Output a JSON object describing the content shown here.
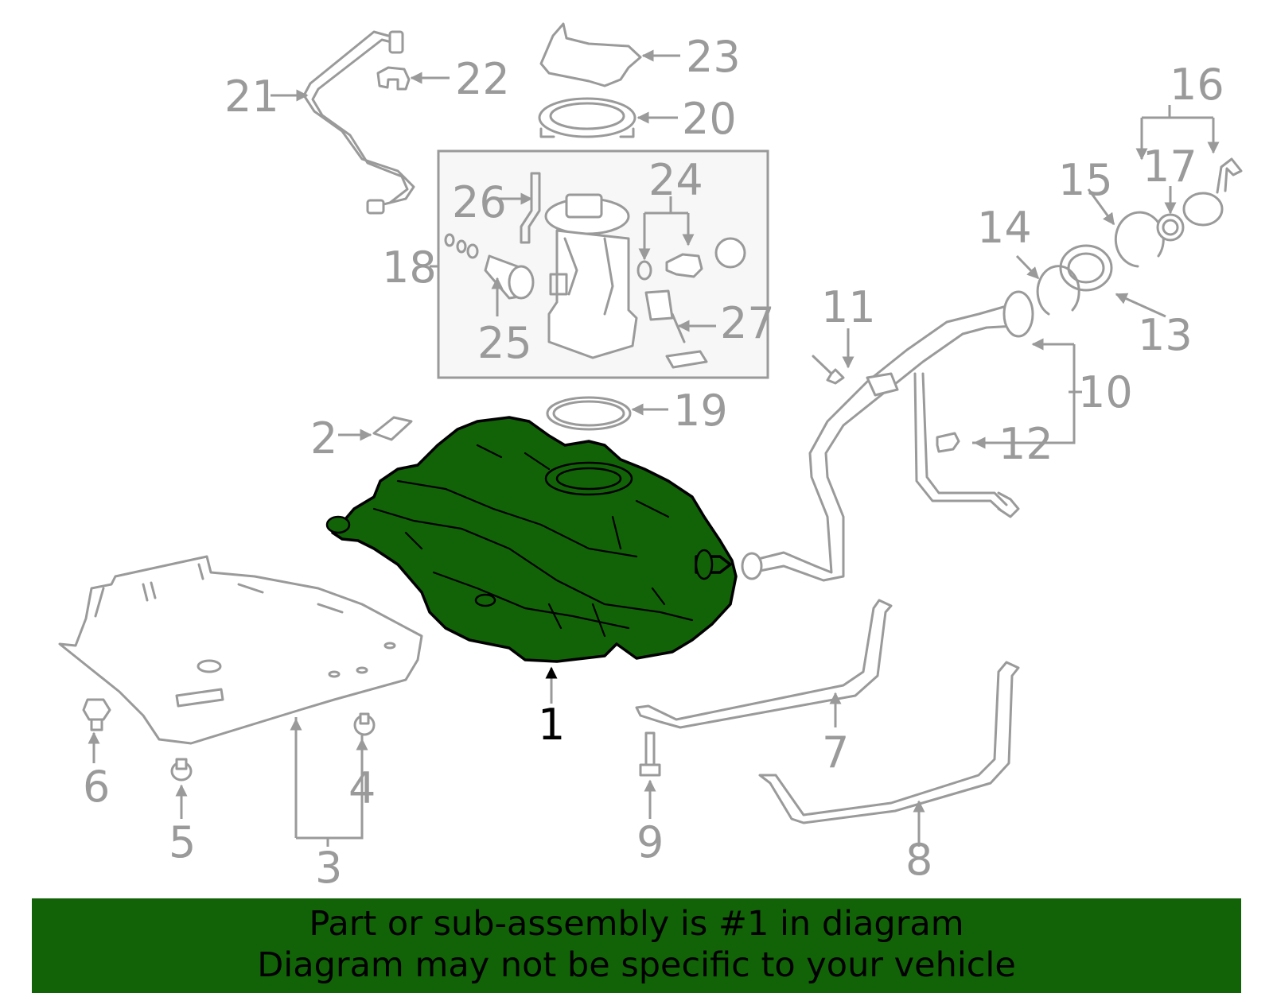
{
  "callouts": {
    "c1": "1",
    "c2": "2",
    "c3": "3",
    "c4": "4",
    "c5": "5",
    "c6": "6",
    "c7": "7",
    "c8": "8",
    "c9": "9",
    "c10": "10",
    "c11": "11",
    "c12": "12",
    "c13": "13",
    "c14": "14",
    "c15": "15",
    "c16": "16",
    "c17": "17",
    "c18": "18",
    "c19": "19",
    "c20": "20",
    "c21": "21",
    "c22": "22",
    "c23": "23",
    "c24": "24",
    "c25": "25",
    "c26": "26",
    "c27": "27"
  },
  "highlight": {
    "part_number": "1",
    "color": "#126308"
  },
  "banner": {
    "line1": "Part or sub-assembly is #1 in diagram",
    "line2": "Diagram may not be specific to your vehicle",
    "color": "#126308"
  }
}
